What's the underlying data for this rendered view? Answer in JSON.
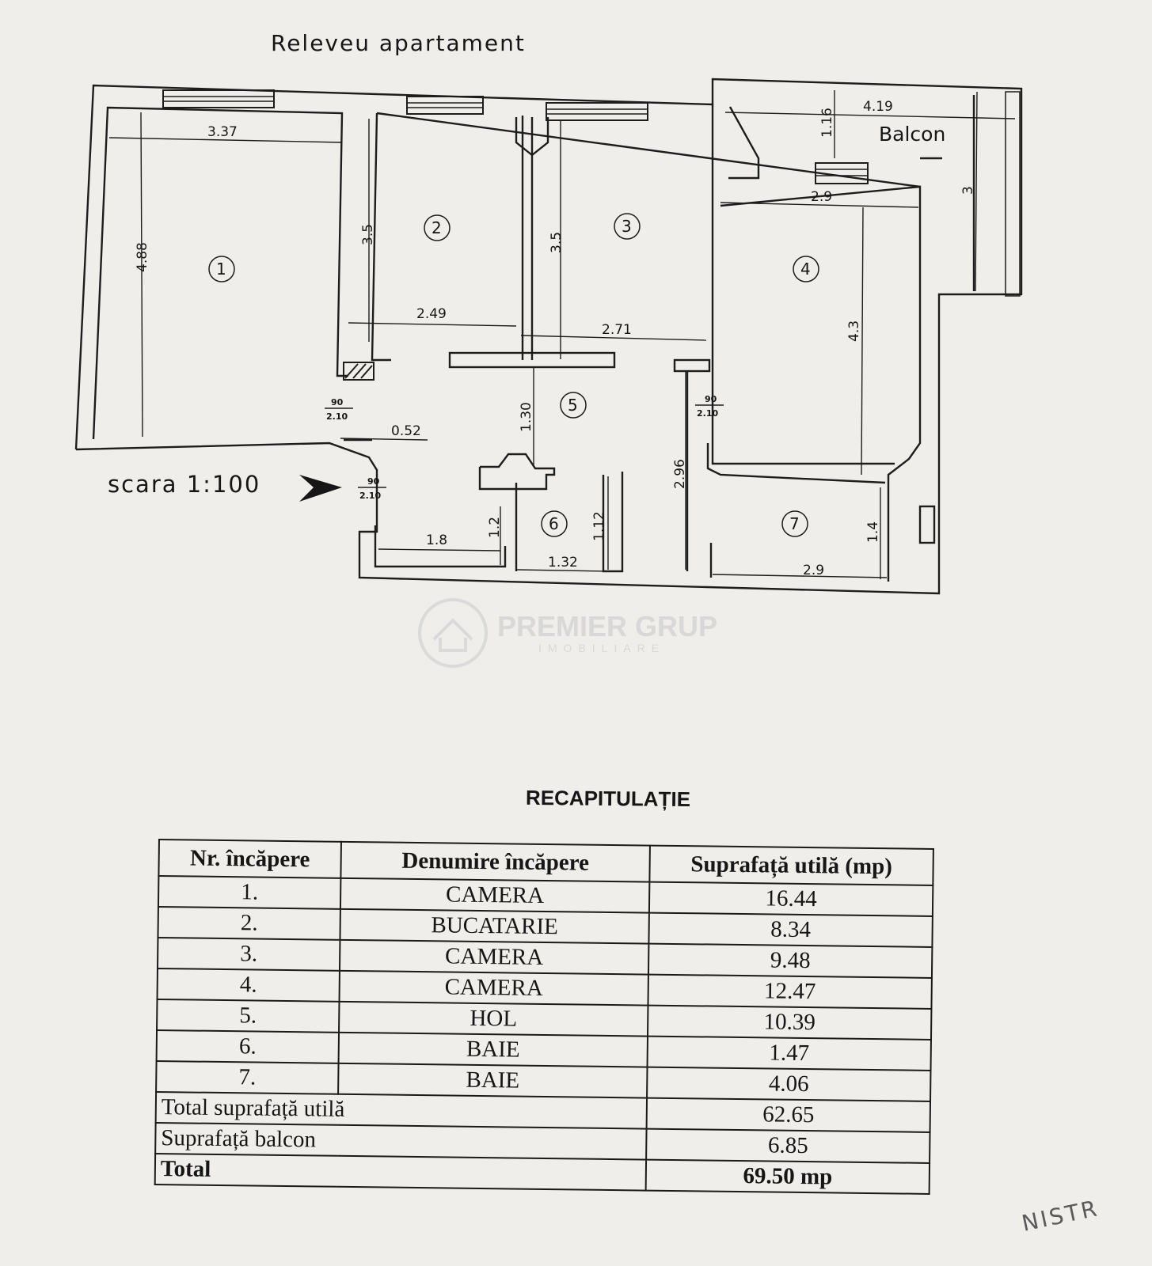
{
  "plan": {
    "title": "Releveu  apartament",
    "scale_label": "scara  1:100",
    "balcony_label": "Balcon",
    "dimensions": {
      "room1_width": "3.37",
      "room1_height": "4.88",
      "room2_height": "3.5",
      "room2_width": "2.49",
      "room3_height": "3.5",
      "room3_width": "2.71",
      "room4_width": "2.9",
      "room4_height": "4.3",
      "balcony_width": "4.19",
      "balcony_depth": "1.16",
      "balcony_side": "3",
      "hall_height": "1.30",
      "hall_side": "2.96",
      "hall_gap": "0.52",
      "entry_width": "1.8",
      "entry_height": "1.2",
      "bath6_width": "1.32",
      "bath6_height": "1.12",
      "bath7_width": "2.9",
      "bath7_height": "1.4"
    },
    "doors": {
      "door_a_top": "90",
      "door_a_bottom": "2.10",
      "door_b_top": "90",
      "door_b_bottom": "2.10",
      "door_c_top": "90",
      "door_c_bottom": "2.10"
    },
    "rooms": [
      "1",
      "2",
      "3",
      "4",
      "5",
      "6",
      "7"
    ]
  },
  "watermark": {
    "name": "PREMIER GRUP",
    "sub": "IMOBILIARE"
  },
  "recap": {
    "title": "RECAPITULAȚIE",
    "headers": [
      "Nr. încăpere",
      "Denumire încăpere",
      "Suprafață utilă (mp)"
    ],
    "rows": [
      [
        "1.",
        "CAMERA",
        "16.44"
      ],
      [
        "2.",
        "BUCATARIE",
        "8.34"
      ],
      [
        "3.",
        "CAMERA",
        "9.48"
      ],
      [
        "4.",
        "CAMERA",
        "12.47"
      ],
      [
        "5.",
        "HOL",
        "10.39"
      ],
      [
        "6.",
        "BAIE",
        "1.47"
      ],
      [
        "7.",
        "BAIE",
        "4.06"
      ]
    ],
    "total_useful_label": "Total suprafață utilă",
    "total_useful_value": "62.65",
    "balcony_label": "Suprafață balcon",
    "balcony_value": "6.85",
    "total_label": "Total",
    "total_value": "69.50 mp"
  },
  "stamp_text": "NISTR"
}
